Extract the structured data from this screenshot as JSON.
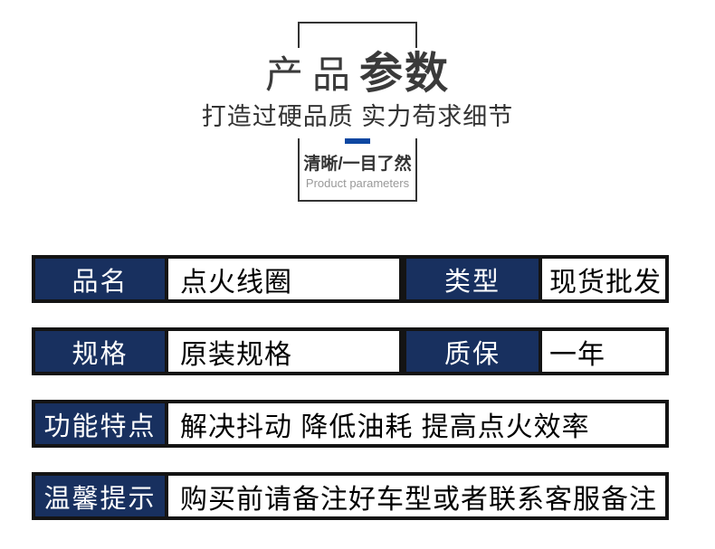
{
  "header": {
    "title_light": "产品",
    "title_bold": "参数",
    "subtitle": "打造过硬品质 实力苟求细节",
    "box": {
      "title": "清晰/一目了然",
      "subtitle_en": "Product parameters"
    }
  },
  "colors": {
    "label_navy": "#18305f",
    "accent_blue": "#0d47a1",
    "table_border_black": "#141414",
    "title_dark": "#3a3a3a",
    "subtitle_gray": "#999999"
  },
  "spec_table": {
    "rows": [
      {
        "cells": [
          {
            "label": "品名",
            "value": "点火线圈"
          },
          {
            "label": "类型",
            "value": "现货批发"
          }
        ]
      },
      {
        "cells": [
          {
            "label": "规格",
            "value": "原装规格"
          },
          {
            "label": "质保",
            "value": "一年"
          }
        ]
      },
      {
        "cells": [
          {
            "label": "功能特点",
            "value": "解决抖动 降低油耗 提高点火效率"
          }
        ]
      },
      {
        "cells": [
          {
            "label": "温馨提示",
            "value": "购买前请备注好车型或者联系客服备注"
          }
        ]
      }
    ]
  }
}
